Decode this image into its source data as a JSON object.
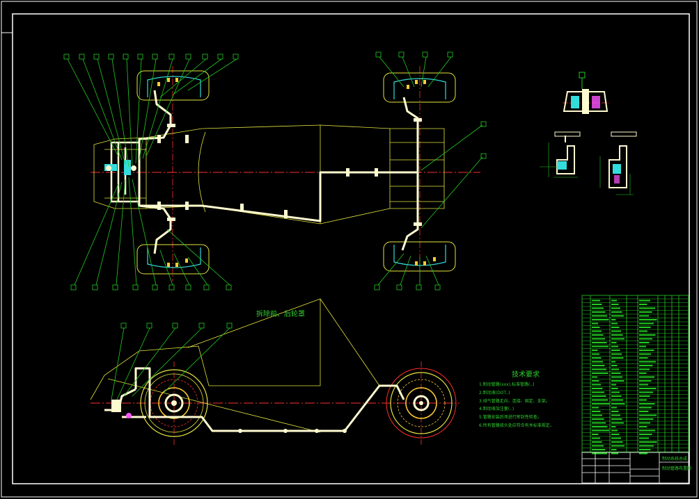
{
  "drawing": {
    "view_label": "拆除前、后轮罩",
    "tech_requirements_title": "技术要求",
    "tech_requirements": [
      "1.制动管路(xxx),标准管路(..)",
      "2.制动液(DOT..)",
      "3.排气管路走向、连接、固定、支架。",
      "4.制动液加注量(..)",
      "5.管路安装后须进行密封性检查。",
      "6.所有管路接头处应符合有关标准规定。"
    ],
    "title_block": {
      "line1": "制动系统总成",
      "line2": "制动管路布置图"
    }
  },
  "colors": {
    "frame": "#ffffff",
    "leader": "#22cc22",
    "outline": "#ffff66",
    "center_line": "#ff3030",
    "pipe": "#ffffcc",
    "cyan": "#33dddd",
    "magenta": "#ff55ff",
    "table": "#22cc22"
  }
}
